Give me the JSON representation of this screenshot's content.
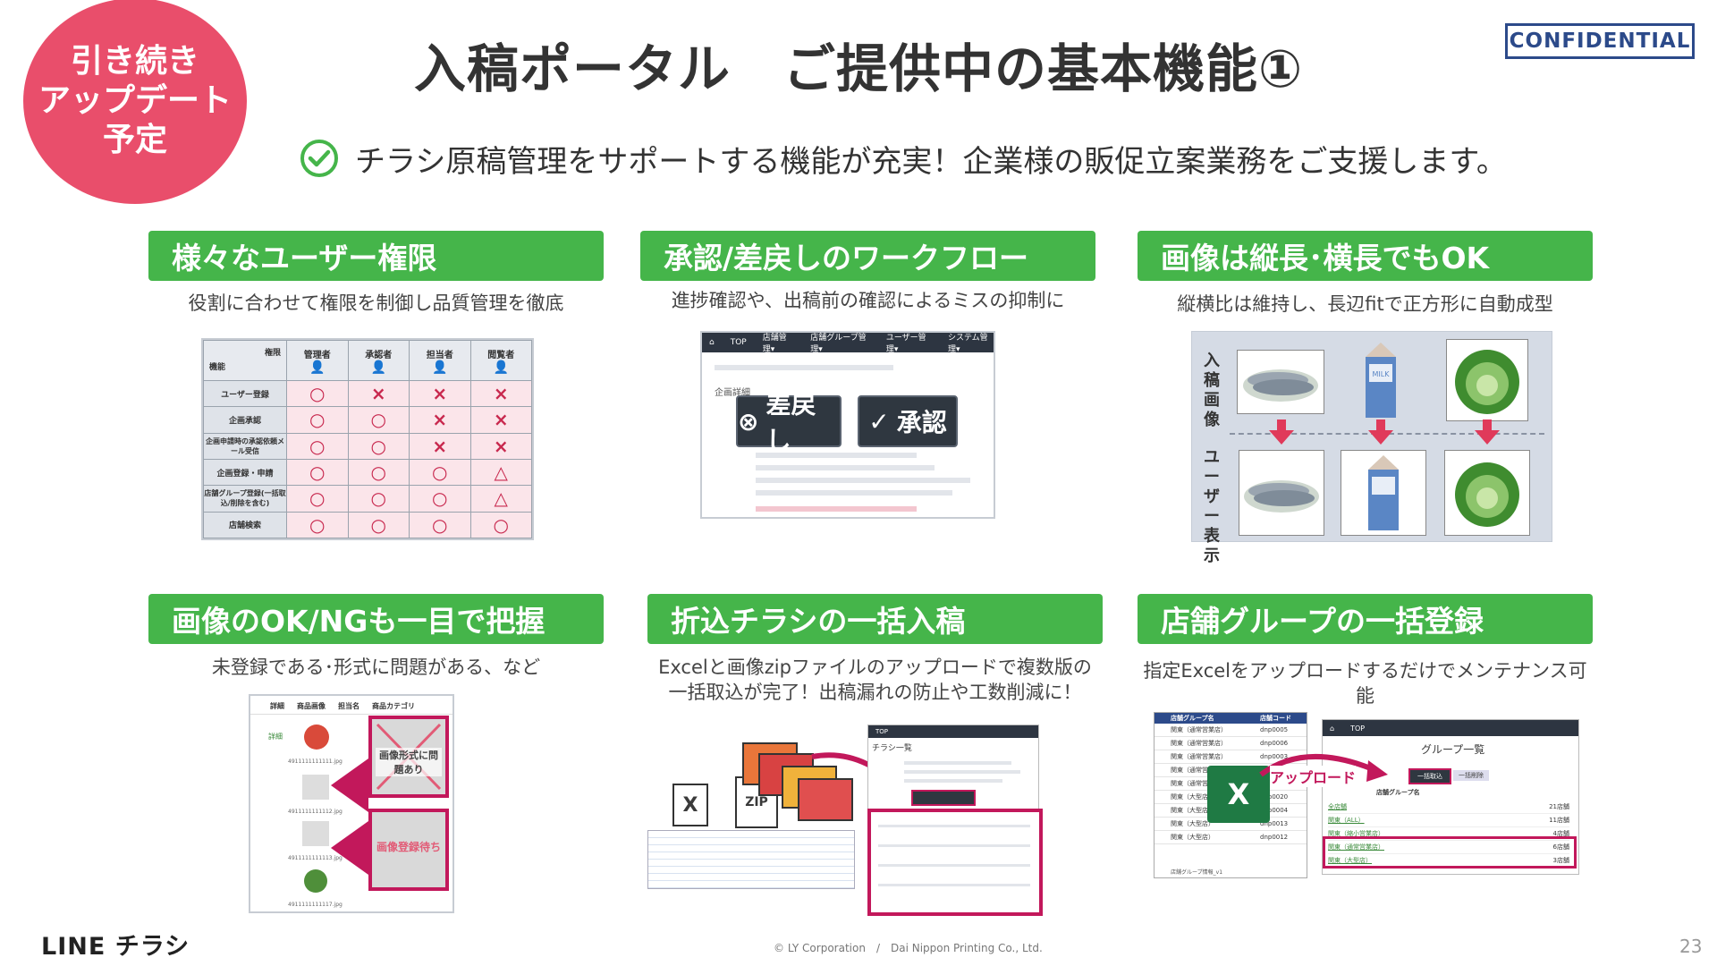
{
  "badge": {
    "lines": [
      "引き続き",
      "アップデート",
      "予定"
    ]
  },
  "title": "入稿ポータル　ご提供中の基本機能①",
  "confidential": "CONFIDENTIAL",
  "subline": "チラシ原稿管理をサポートする機能が充実！企業様の販促立案業務をご支援します。",
  "colors": {
    "green": "#45b54a",
    "badge": "#e94e6b",
    "magenta": "#c2185b",
    "navy": "#2c4a8a"
  },
  "cards": [
    {
      "heading": "様々なユーザー権限",
      "desc": "役割に合わせて権限を制御し品質管理を徹底"
    },
    {
      "heading": "承認/差戻しのワークフロー",
      "desc": "進捗確認や、出稿前の確認によるミスの抑制に"
    },
    {
      "heading": "画像は縦長･横長でもOK",
      "desc": "縦横比は維持し、長辺fitで正方形に自動成型"
    },
    {
      "heading": "画像のOK/NGも一目で把握",
      "desc": "未登録である･形式に問題がある、など"
    },
    {
      "heading": "折込チラシの一括入稿",
      "desc1": "Excelと画像zipファイルのアップロードで複数版の",
      "desc2": "一括取込が完了！出稿漏れの防止や工数削減に！"
    },
    {
      "heading": "店舗グループの一括登録",
      "desc": "指定Excelをアップロードするだけでメンテナンス可能"
    }
  ],
  "perm_table": {
    "corner_top": "権限",
    "corner_bottom": "機能",
    "roles": [
      "管理者",
      "承認者",
      "担当者",
      "閲覧者"
    ],
    "rows": [
      {
        "name": "ユーザー登録",
        "marks": [
          "○",
          "×",
          "×",
          "×"
        ]
      },
      {
        "name": "企画承認",
        "marks": [
          "○",
          "○",
          "×",
          "×"
        ]
      },
      {
        "name": "企画申請時の承認依頼メール受信",
        "marks": [
          "○",
          "○",
          "×",
          "×"
        ]
      },
      {
        "name": "企画登録・申請",
        "marks": [
          "○",
          "○",
          "○",
          "△"
        ]
      },
      {
        "name": "店舗グループ登録(一括取込/削除を含む)",
        "marks": [
          "○",
          "○",
          "○",
          "△"
        ]
      },
      {
        "name": "店舗検索",
        "marks": [
          "○",
          "○",
          "○",
          "○"
        ]
      }
    ]
  },
  "workflow": {
    "nav_items": [
      "TOP",
      "店舗管理▾",
      "店舗グループ管理▾",
      "ユーザー管理▾",
      "システム管理▾"
    ],
    "reject_label": "差戻し",
    "approve_label": "承認",
    "small_label": "企画詳細"
  },
  "image_panel": {
    "label_top": "入稿画像",
    "label_bottom": "ユーザー表示",
    "milk": "MILK"
  },
  "okng": {
    "headers": [
      "詳細",
      "商品画像",
      "担当名",
      "商品カテゴリ"
    ],
    "ng_label1": "画像形式に問題あり",
    "ng_label2": "画像登録待ち",
    "codes": [
      "4911111111111.jpg",
      "4911111111112.jpg",
      "4911111111113.jpg",
      "4911111111117.jpg"
    ],
    "link": "詳細"
  },
  "flyer": {
    "zip": "ZIP",
    "excel_mark": "X",
    "nav_top": "TOP",
    "screen_title": "チラシ一覧"
  },
  "store": {
    "col1": "店舗グループ名",
    "col2": "店舗コード",
    "upload_label": "アップロード",
    "nav_top": "TOP",
    "list_title": "グループ一覧",
    "btn1": "一括取込",
    "btn2": "一括削除",
    "rows": [
      {
        "n": "関東（通常営業店）",
        "c": "dnp0005"
      },
      {
        "n": "関東（通常営業店）",
        "c": "dnp0006"
      },
      {
        "n": "関東（通常営業店）",
        "c": "dnp0003"
      },
      {
        "n": "関東（通常営業店）",
        "c": "dnp0013"
      },
      {
        "n": "関東（通常営業店）",
        "c": "dnp0012"
      },
      {
        "n": "関東（大型店）",
        "c": "dnp0020"
      },
      {
        "n": "関東（大型店）",
        "c": "dnp0004"
      },
      {
        "n": "関東（大型店）",
        "c": "dnp0013"
      },
      {
        "n": "関東（大型店）",
        "c": "dnp0012"
      }
    ],
    "right_rows": [
      {
        "n": "全店舗",
        "c": "21店舗"
      },
      {
        "n": "関東（ALL）",
        "c": "11店舗"
      },
      {
        "n": "関東（縮小営業店）",
        "c": "4店舗"
      },
      {
        "n": "関東（通常営業店）",
        "c": "6店舗"
      },
      {
        "n": "関東（大型店）",
        "c": "3店舗"
      }
    ],
    "sheet_tab": "店舗グループ情報_v1"
  },
  "footer": {
    "logo": "LINE チラシ",
    "copyright": "© LY Corporation　/　Dai Nippon Printing Co., Ltd.",
    "page": "23"
  }
}
